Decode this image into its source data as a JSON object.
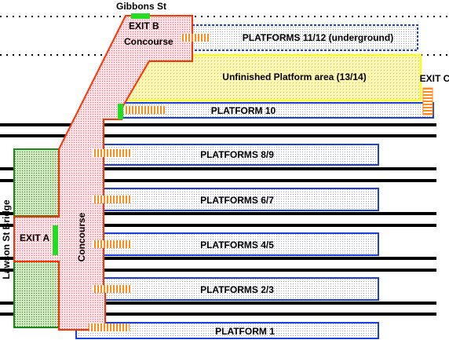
{
  "labels": {
    "street_top": "Gibbons St",
    "street_left": "Lawson St Bridge",
    "exit_a": "EXIT A",
    "exit_b": "EXIT B",
    "exit_c": "EXIT C",
    "concourse_upper": "Concourse",
    "concourse_main": "Concourse"
  },
  "platforms": [
    {
      "id": "p11-12",
      "label": "PLATFORMS 11/12 (underground)"
    },
    {
      "id": "p13-14",
      "label": "Unfinished Platform area (13/14)"
    },
    {
      "id": "p10",
      "label": "PLATFORM 10"
    },
    {
      "id": "p8-9",
      "label": "PLATFORMS 8/9"
    },
    {
      "id": "p6-7",
      "label": "PLATFORMS 6/7"
    },
    {
      "id": "p4-5",
      "label": "PLATFORMS 4/5"
    },
    {
      "id": "p2-3",
      "label": "PLATFORMS 2/3"
    },
    {
      "id": "p1",
      "label": "PLATFORM 1"
    }
  ],
  "colors": {
    "platform_border": "#1a3fe0",
    "concourse_border": "#ff3300",
    "concourse_fill": "#fbe2e6",
    "unfinished_fill": "#fff7b3",
    "unfinished_border": "#ffff00",
    "exit_marker": "#22dd22",
    "stairs": "#ff8c1a",
    "green_block": "#1a8c1a",
    "green_fill": "#cfe8c0",
    "track": "#000000"
  }
}
